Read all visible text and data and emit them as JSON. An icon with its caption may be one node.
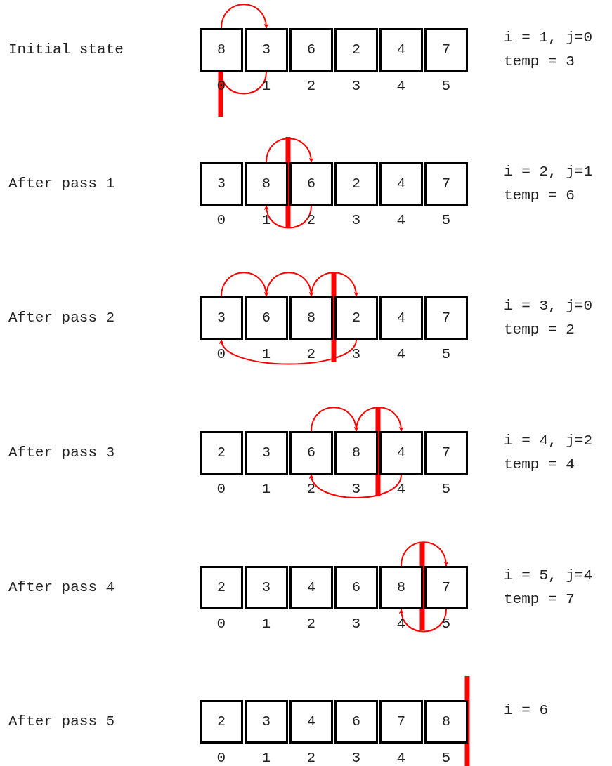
{
  "diagram": {
    "nodes": [
      {
        "text": [
          "8"
        ]
      },
      {
        "text": [
          "3"
        ]
      },
      {
        "text": [
          "6"
        ]
      },
      {
        "text": [
          "2"
        ]
      },
      {
        "text": [
          "4"
        ]
      },
      {
        "text": [
          "7"
        ]
      },
      {
        "text": [
          "3"
        ]
      },
      {
        "text": [
          "8"
        ]
      },
      {
        "text": [
          "6"
        ]
      },
      {
        "text": [
          "2"
        ]
      },
      {
        "text": [
          "4"
        ]
      },
      {
        "text": [
          "7"
        ]
      },
      {
        "text": [
          "3"
        ]
      },
      {
        "text": [
          "6"
        ]
      },
      {
        "text": [
          "8"
        ]
      },
      {
        "text": [
          "2"
        ]
      },
      {
        "text": [
          "4"
        ]
      },
      {
        "text": [
          "7"
        ]
      },
      {
        "text": [
          "2"
        ]
      },
      {
        "text": [
          "3"
        ]
      },
      {
        "text": [
          "6"
        ]
      },
      {
        "text": [
          "8"
        ]
      },
      {
        "text": [
          "4"
        ]
      },
      {
        "text": [
          "7"
        ]
      },
      {
        "text": [
          "2"
        ]
      },
      {
        "text": [
          "3"
        ]
      },
      {
        "text": [
          "4"
        ]
      },
      {
        "text": [
          "6"
        ]
      },
      {
        "text": [
          "8"
        ]
      },
      {
        "text": [
          "7"
        ]
      },
      {
        "text": [
          "2"
        ]
      },
      {
        "text": [
          "3"
        ]
      },
      {
        "text": [
          "4"
        ]
      },
      {
        "text": [
          "6"
        ]
      },
      {
        "text": [
          "7"
        ]
      },
      {
        "text": [
          "8"
        ]
      }
    ],
    "edges": [
      {
        "from": 0,
        "to": 1,
        "arrow": "to"
      },
      {
        "from": 1,
        "to": 0,
        "arrow": "to"
      },
      {
        "from": 7,
        "to": 8,
        "arrow": "to"
      },
      {
        "from": 8,
        "to": 7,
        "arrow": "to"
      },
      {
        "from": 12,
        "to": 13,
        "arrow": "to"
      },
      {
        "from": 13,
        "to": 14,
        "arrow": "to"
      },
      {
        "from": 14,
        "to": 15,
        "arrow": "to"
      },
      {
        "from": 15,
        "to": 12,
        "arrow": "to"
      },
      {
        "from": 20,
        "to": 21,
        "arrow": "to"
      },
      {
        "from": 21,
        "to": 22,
        "arrow": "to"
      },
      {
        "from": 22,
        "to": 20,
        "arrow": "to"
      },
      {
        "from": 28,
        "to": 29,
        "arrow": "to"
      },
      {
        "from": 29,
        "to": 28,
        "arrow": "to"
      }
    ],
    "labels": [
      "Initial state",
      "i = 1, j=0",
      "temp = 3",
      "0",
      "1",
      "2",
      "3",
      "4",
      "5",
      "After pass 1",
      "i = 2, j=1",
      "temp = 6",
      "0",
      "1",
      "2",
      "3",
      "4",
      "5",
      "After pass 2",
      "i = 3, j=0",
      "temp = 2",
      "0",
      "1",
      "2",
      "3",
      "4",
      "5",
      "After pass 3",
      "i = 4, j=2",
      "temp = 4",
      "0",
      "1",
      "2",
      "3",
      "4",
      "5",
      "After pass 4",
      "i = 5, j=4",
      "temp = 7",
      "0",
      "1",
      "2",
      "3",
      "4",
      "5",
      "After pass 5",
      "i = 6",
      "0",
      "1",
      "2",
      "3",
      "4",
      "5"
    ]
  }
}
